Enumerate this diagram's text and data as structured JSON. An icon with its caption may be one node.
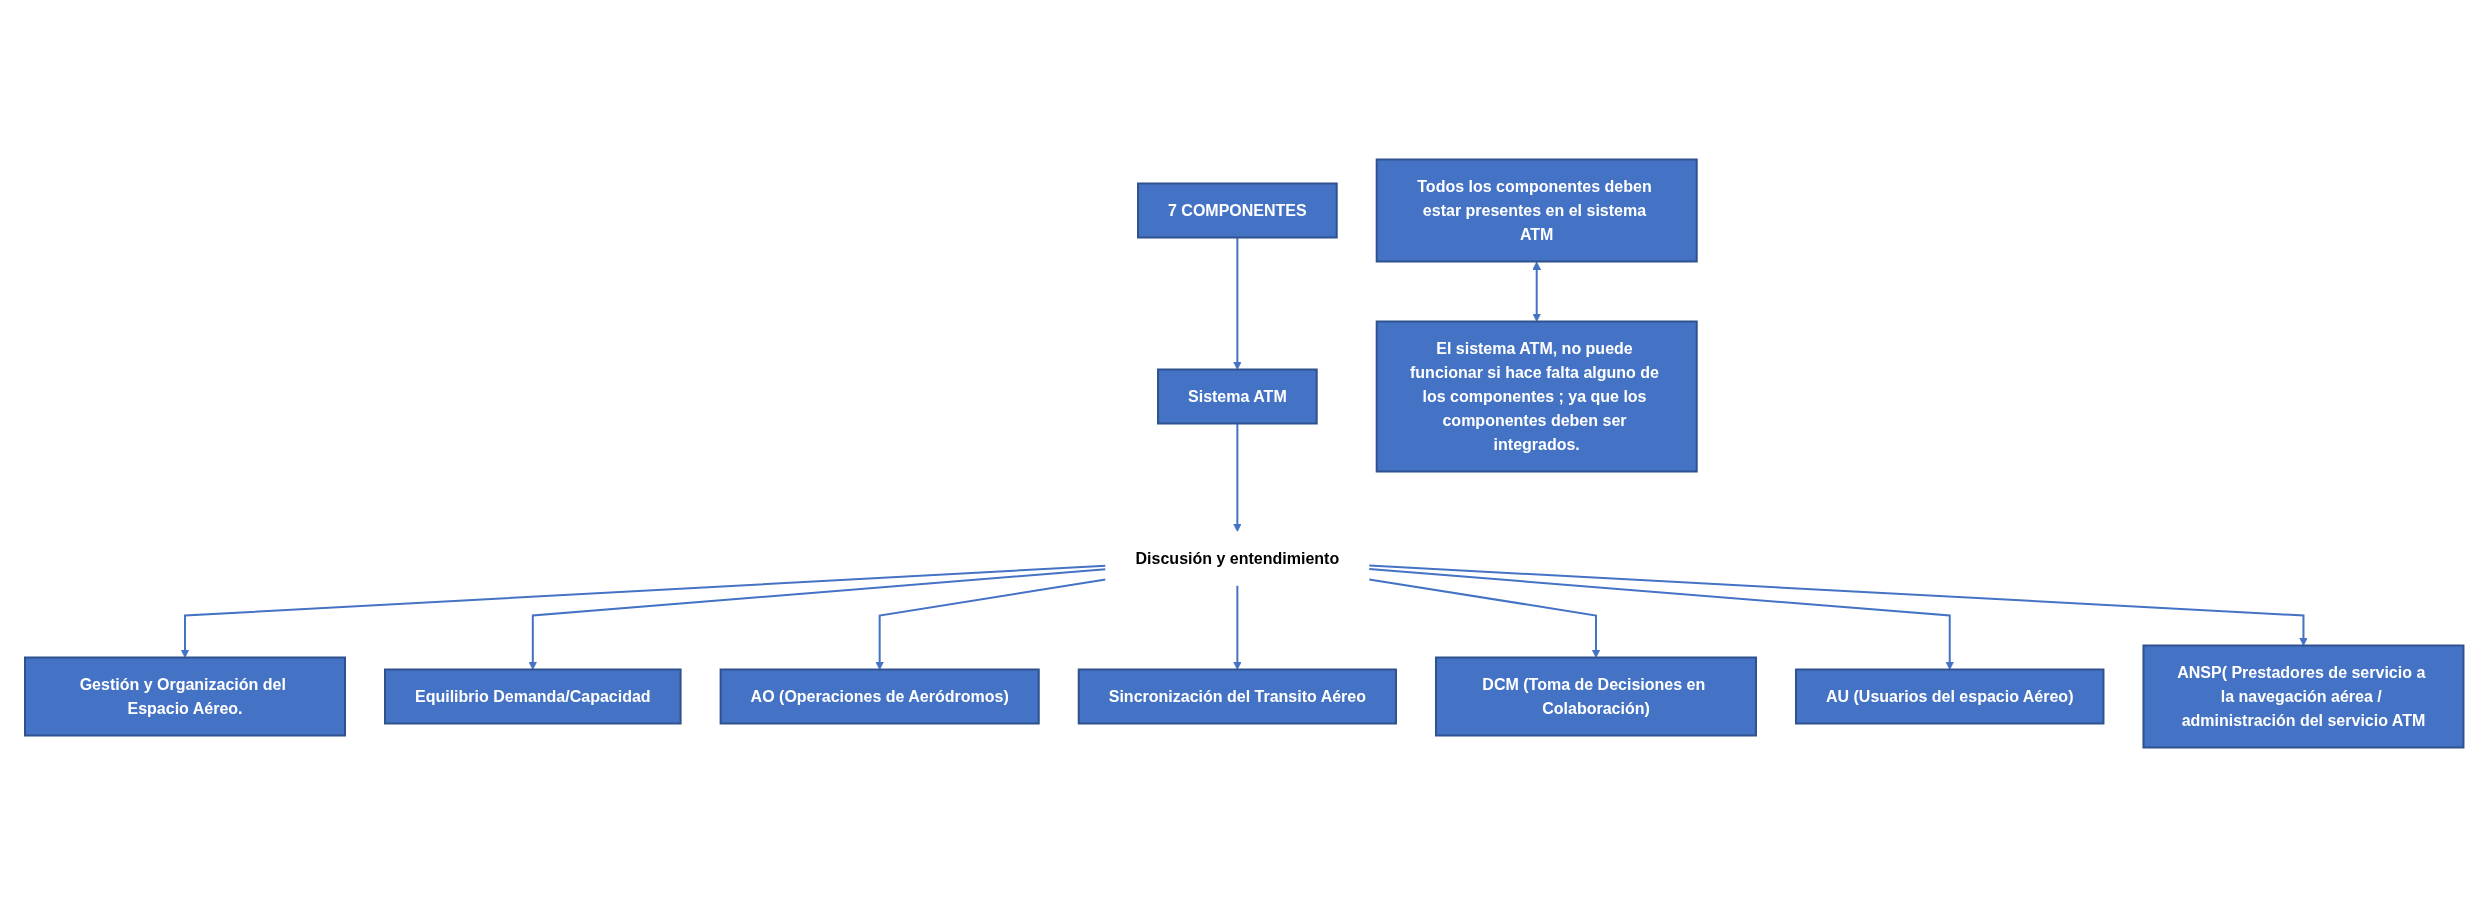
{
  "diagram": {
    "nodes": [
      {
        "text": [
          "Sistema ATM"
        ]
      },
      {
        "text": [
          "7 COMPONENTES"
        ]
      },
      {
        "text": [
          "Discusión y entendimiento"
        ]
      },
      {
        "text": [
          "Gestión y Organización del Espacio Aéreo."
        ]
      },
      {
        "text": [
          "Equilibrio Demanda/Capacidad"
        ]
      },
      {
        "text": [
          "AO (Operaciones de Aeródromos)"
        ]
      },
      {
        "text": [
          "Sincronización del Transito Aéreo"
        ]
      },
      {
        "text": [
          "DCM (Toma de Decisiones en Colaboración)"
        ]
      },
      {
        "text": [
          "AU (Usuarios del espacio Aéreo)"
        ]
      },
      {
        "text": [
          "ANSP( Prestadores de servicio a la navegación aérea / administración del servicio ATM"
        ]
      },
      {
        "text": [
          "El sistema ATM, no puede funcionar si hace falta alguno de los componentes ; ya que los componentes deben ser integrados."
        ]
      },
      {
        "text": [
          "Todos los componentes deben estar presentes en el sistema ATM"
        ]
      }
    ],
    "edges": [
      {
        "from": 1,
        "to": 0,
        "arrow": "to"
      },
      {
        "from": 0,
        "to": 2,
        "arrow": "to"
      },
      {
        "from": 2,
        "to": 3,
        "arrow": "to"
      },
      {
        "from": 2,
        "to": 4,
        "arrow": "to"
      },
      {
        "from": 2,
        "to": 5,
        "arrow": "to"
      },
      {
        "from": 2,
        "to": 6,
        "arrow": "to"
      },
      {
        "from": 2,
        "to": 7,
        "arrow": "to"
      },
      {
        "from": 2,
        "to": 8,
        "arrow": "to"
      },
      {
        "from": 2,
        "to": 9,
        "arrow": "to"
      },
      {
        "from": 11,
        "to": 10,
        "arrow": "both"
      }
    ]
  }
}
